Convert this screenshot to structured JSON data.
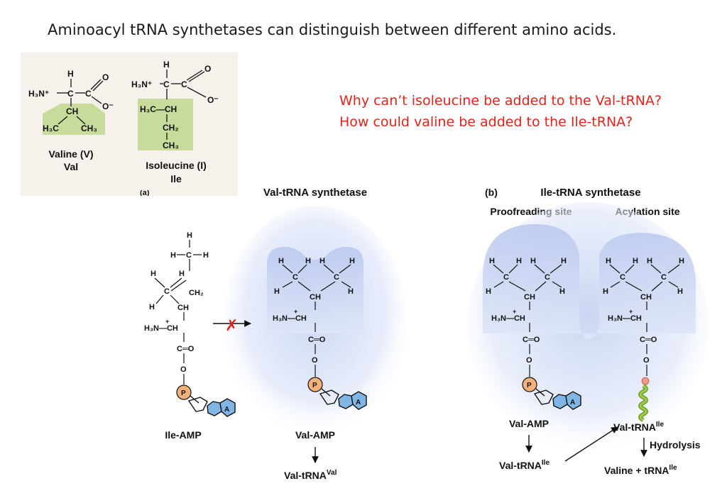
{
  "slide": {
    "title": "Aminoacyl tRNA synthetases can distinguish between different amino acids.",
    "question_color": "#e0241b",
    "questions": [
      "Why can’t isoleucine be added to the Val-tRNA?",
      "How could valine be added to the Ile-tRNA?"
    ]
  },
  "inset": {
    "background": "#f6f1ea",
    "side_chain_highlight": "#c7dc9a",
    "valine": {
      "name": "Valine (V)",
      "abbr": "Val",
      "atoms": {
        "h_top": "H",
        "amine": "H₃N⁺",
        "carbonyl_o": "O",
        "oxide_o": "O⁻",
        "ch": "CH",
        "ch3_left": "H₃C",
        "ch3_right": "CH₃"
      }
    },
    "isoleucine": {
      "name": "Isoleucine (I)",
      "abbr": "Ile",
      "atoms": {
        "h_top": "H",
        "amine": "H₃N⁺",
        "carbonyl_o": "O",
        "oxide_o": "O⁻",
        "ch": "H₃C—CH",
        "ch2": "CH₂",
        "ch3": "CH₃"
      }
    }
  },
  "panel_a": {
    "partial_label": "(a)",
    "title": "Val-tRNA synthetase",
    "substrate_label": "Ile-AMP",
    "bound_label": "Val-AMP",
    "product_label": "Val-tRNA",
    "product_sup": "Val",
    "reject_mark": "✗",
    "reject_color": "#e0241b"
  },
  "panel_b": {
    "label": "(b)",
    "title": "Ile-tRNA synthetase",
    "proofreading_label": "Proofreading site",
    "acylation_label": "Acylation site",
    "left_bound_label": "Val-AMP",
    "left_product_label": "Val-tRNA",
    "left_product_sup": "Ile",
    "right_bound_label": "Val-tRNA",
    "right_bound_sup": "Ile",
    "hydrolysis_label": "Hydrolysis",
    "final_label": "Valine + tRNA",
    "final_sup": "Ile"
  },
  "molecule_text": {
    "h": "H",
    "c": "C",
    "ch": "CH",
    "ch2": "CH₂",
    "amine": "H₃N—CH",
    "amine_plus": "+",
    "co": "C═O",
    "o": "O",
    "phosphate": "P",
    "adenine": "A"
  },
  "colors": {
    "phosphate_fill": "#f4b27a",
    "adenine_fill": "#7fb6e6",
    "pocket_fill": "#c9d6f3",
    "trna_fill": "#9ccb4a"
  }
}
